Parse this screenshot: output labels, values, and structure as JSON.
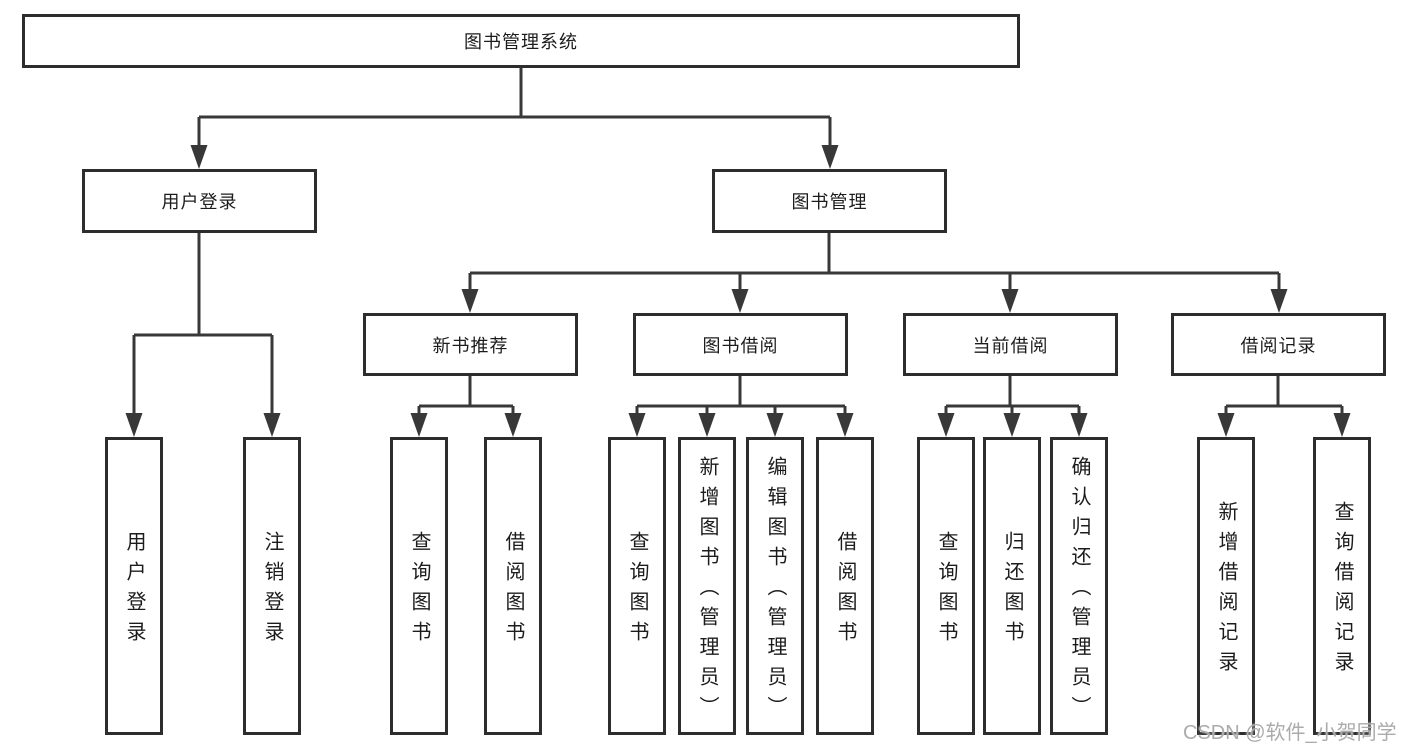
{
  "diagram": {
    "root": {
      "label": "图书管理系统"
    },
    "branches": [
      {
        "label": "用户登录",
        "children": [
          {
            "label": "用户登录"
          },
          {
            "label": "注销登录"
          }
        ]
      },
      {
        "label": "图书管理",
        "children": [
          {
            "label": "新书推荐",
            "children": [
              {
                "label": "查询图书"
              },
              {
                "label": "借阅图书"
              }
            ]
          },
          {
            "label": "图书借阅",
            "children": [
              {
                "label": "查询图书"
              },
              {
                "label": "新增图书（管理员）"
              },
              {
                "label": "编辑图书（管理员）"
              },
              {
                "label": "借阅图书"
              }
            ]
          },
          {
            "label": "当前借阅",
            "children": [
              {
                "label": "查询图书"
              },
              {
                "label": "归还图书"
              },
              {
                "label": "确认归还（管理员）"
              }
            ]
          },
          {
            "label": "借阅记录",
            "children": [
              {
                "label": "新增借阅记录"
              },
              {
                "label": "查询借阅记录"
              }
            ]
          }
        ]
      }
    ]
  },
  "watermark": {
    "text": "CSDN @软件_小贺同学"
  },
  "colors": {
    "line": "#383838",
    "border": "#2d2d2d",
    "text": "#1c1c1c",
    "background": "#ffffff",
    "watermark": "#ababab"
  }
}
